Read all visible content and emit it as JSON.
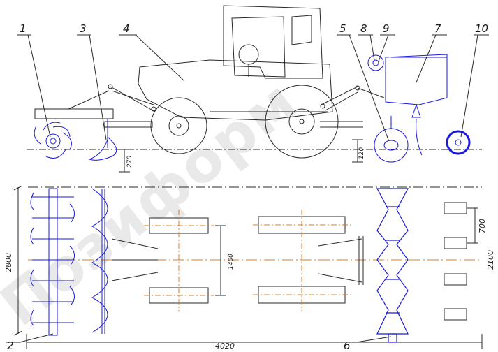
{
  "watermark": "Позиформ",
  "callouts": [
    {
      "id": "1",
      "text": "1"
    },
    {
      "id": "2",
      "text": "2"
    },
    {
      "id": "3",
      "text": "3"
    },
    {
      "id": "4",
      "text": "4"
    },
    {
      "id": "5",
      "text": "5"
    },
    {
      "id": "6",
      "text": "6"
    },
    {
      "id": "7",
      "text": "7"
    },
    {
      "id": "8",
      "text": "8"
    },
    {
      "id": "9",
      "text": "9"
    },
    {
      "id": "10",
      "text": "10"
    }
  ],
  "dimensions": {
    "height_left": "270",
    "height_right": "120",
    "track_center": "1400",
    "width_total": "2800",
    "wheel_spacing": "700",
    "row_width": "2100",
    "length_total": "4020"
  },
  "colors": {
    "outline": "#2a2a2a",
    "tools": "#1a1adc",
    "centerline": "#e07b1a",
    "watermark": "#e9e9e9"
  }
}
